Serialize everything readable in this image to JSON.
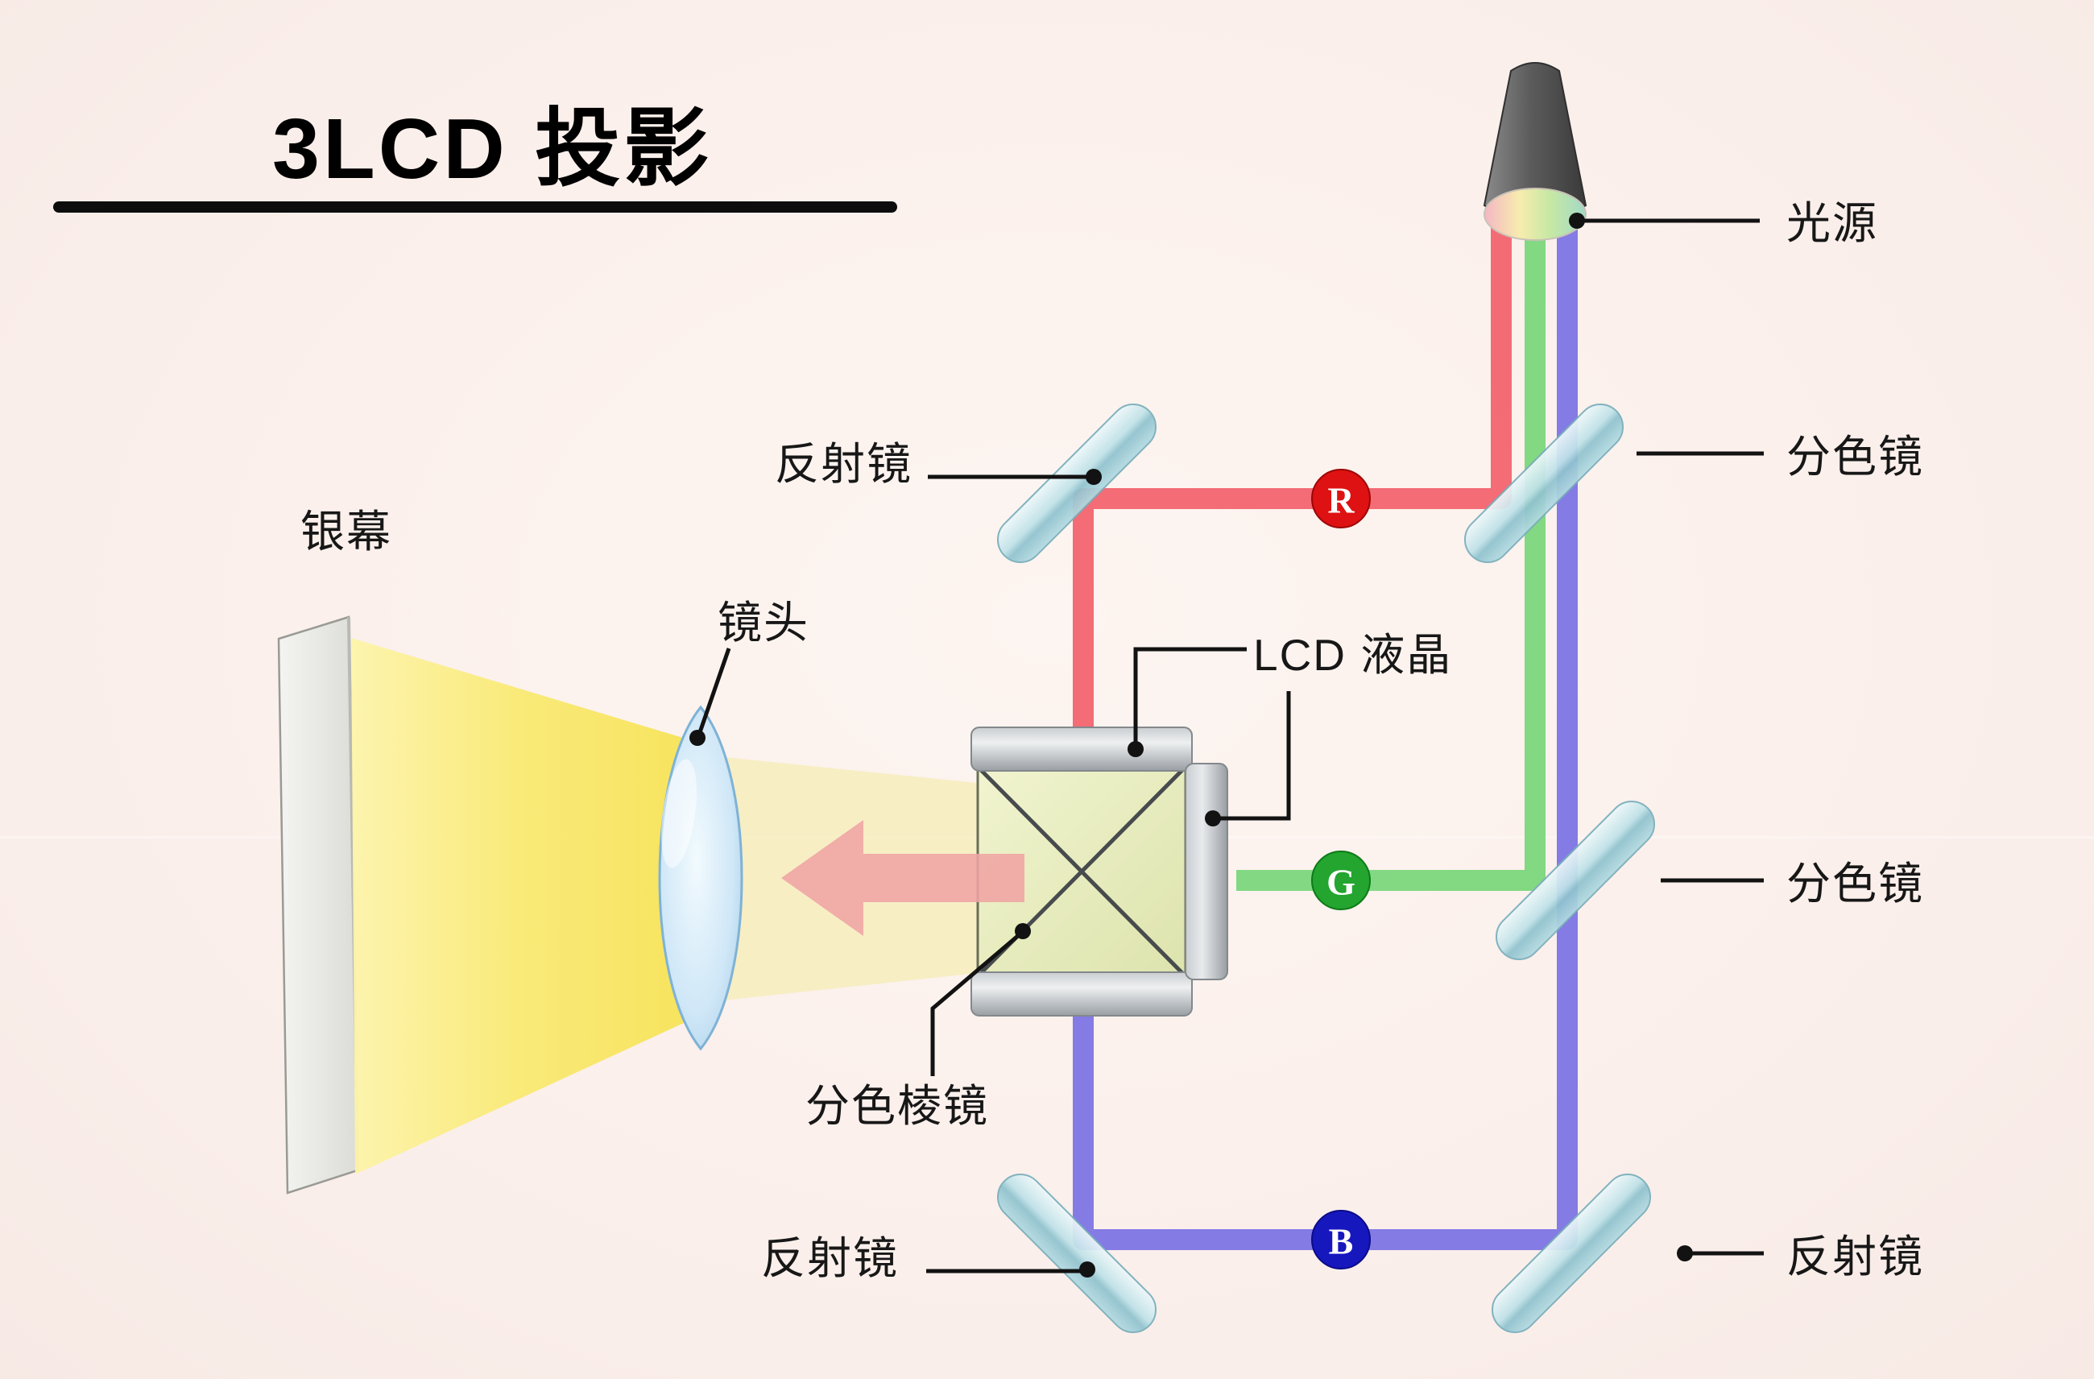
{
  "title": {
    "text": "3LCD 投影"
  },
  "labels": {
    "light_source": "光源",
    "dichroic_mirror_top": "分色镜",
    "dichroic_mirror_middle": "分色镜",
    "reflect_mirror_top_left": "反射镜",
    "reflect_mirror_bottom_left": "反射镜",
    "reflect_mirror_bottom_right": "反射镜",
    "screen": "银幕",
    "lens": "镜头",
    "lcd_panel": "LCD 液晶",
    "dichroic_prism": "分色棱镜"
  },
  "badges": {
    "red": "R",
    "green": "G",
    "blue": "B"
  },
  "colors": {
    "red_beam": "#f2646f",
    "green_beam": "#7cd67c",
    "blue_beam": "#7d74e4",
    "badge_red": "#de1212",
    "badge_green": "#23a52f",
    "badge_blue": "#1717be",
    "projection_yellow": "#f6e252",
    "pale_beam": "#f6eec0",
    "mirror_glass": "#a9d6de"
  }
}
